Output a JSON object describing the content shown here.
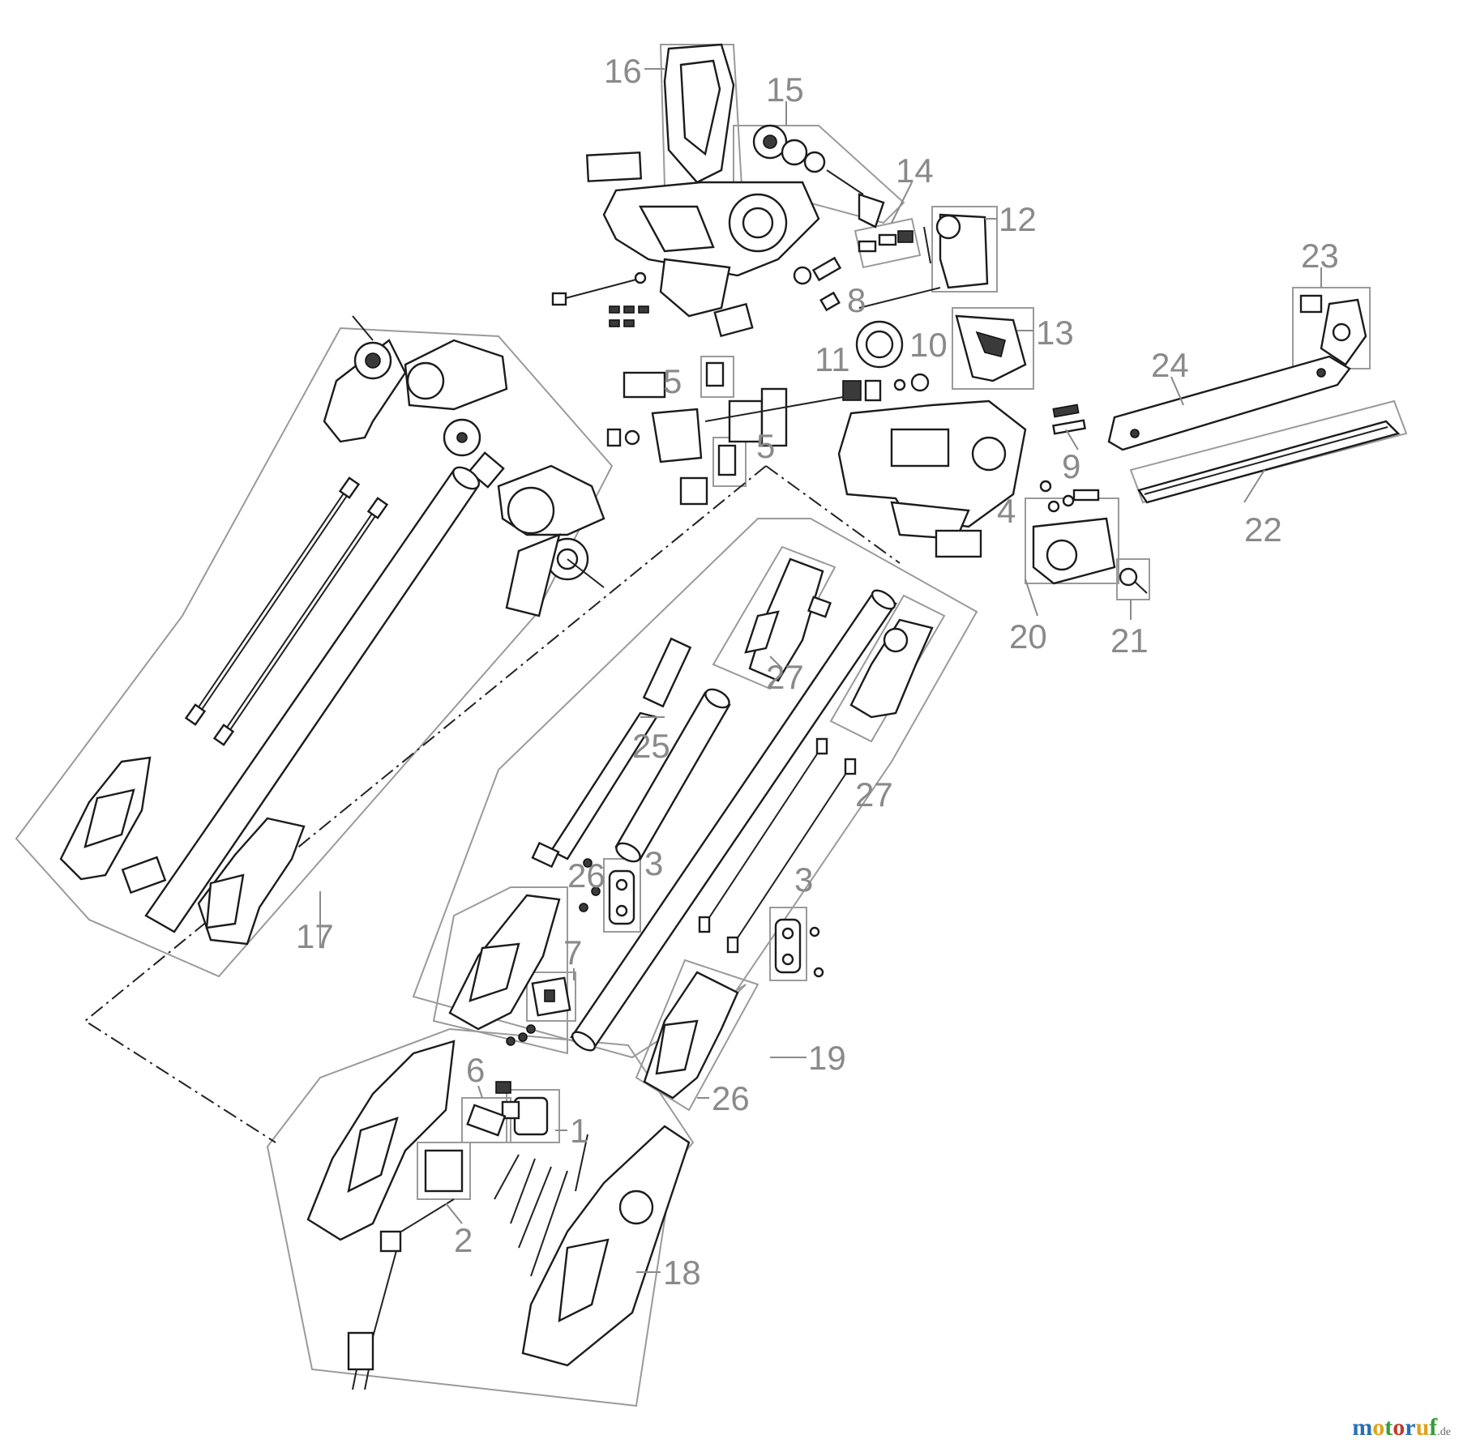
{
  "callouts": {
    "c1": "1",
    "c2": "2",
    "c3a": "3",
    "c3b": "3",
    "c4": "4",
    "c5a": "5",
    "c5b": "5",
    "c6": "6",
    "c7": "7",
    "c8": "8",
    "c9": "9",
    "c10": "10",
    "c11": "11",
    "c12": "12",
    "c13": "13",
    "c14": "14",
    "c15": "15",
    "c16": "16",
    "c17": "17",
    "c18": "18",
    "c19": "19",
    "c20": "20",
    "c21": "21",
    "c22": "22",
    "c23": "23",
    "c24": "24",
    "c25": "25",
    "c26a": "26",
    "c26b": "26",
    "c27a": "27",
    "c27b": "27"
  },
  "watermark": {
    "letters": [
      "m",
      "o",
      "t",
      "o",
      "r",
      "u",
      "f"
    ],
    "letter_colors": [
      "#2a6fb5",
      "#e0a21a",
      "#3a9a3a",
      "#c0392b",
      "#2a6fb5",
      "#e0a21a",
      "#3a9a3a"
    ],
    "suffix": ".de"
  }
}
